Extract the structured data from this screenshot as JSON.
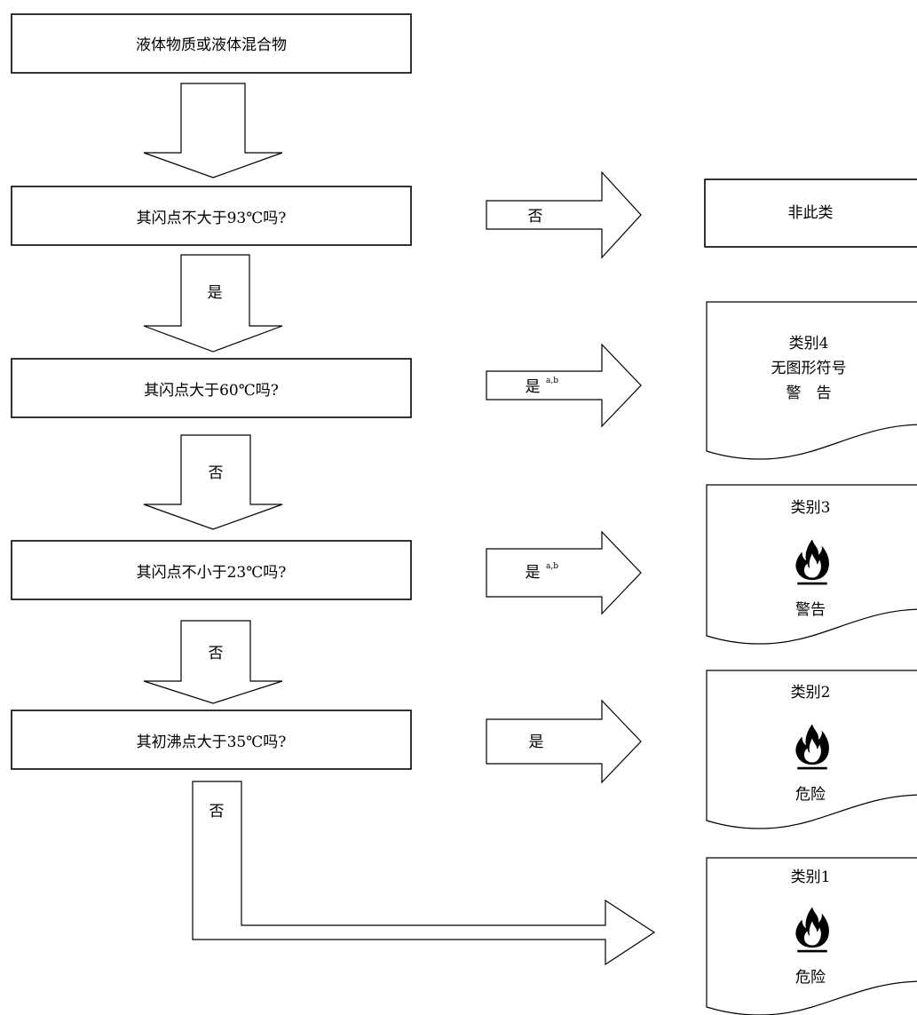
{
  "start": {
    "label": "液体物质或液体混合物"
  },
  "questions": [
    {
      "label": "其闪点不大于93℃吗?"
    },
    {
      "label": "其闪点大于60℃吗?"
    },
    {
      "label": "其闪点不小于23℃吗?"
    },
    {
      "label": "其初沸点大于35℃吗?"
    }
  ],
  "down_arrows": [
    {
      "label": ""
    },
    {
      "label": "是"
    },
    {
      "label": "否"
    },
    {
      "label": "否"
    },
    {
      "label": "否"
    }
  ],
  "right_arrows": [
    {
      "label": "否",
      "sup": ""
    },
    {
      "label": "是",
      "sup": "a,b"
    },
    {
      "label": "是",
      "sup": "a,b"
    },
    {
      "label": "是",
      "sup": ""
    }
  ],
  "outcome_not_classified": {
    "label": "非此类"
  },
  "outcomes": [
    {
      "category": "类别4",
      "symbol_text": "无图形符号",
      "signal_word": "警　告",
      "pictogram": "none"
    },
    {
      "category": "类别3",
      "signal_word": "警告",
      "pictogram": "flame-icon"
    },
    {
      "category": "类别2",
      "signal_word": "危险",
      "pictogram": "flame-icon"
    },
    {
      "category": "类别1",
      "signal_word": "危险",
      "pictogram": "flame-icon"
    }
  ]
}
